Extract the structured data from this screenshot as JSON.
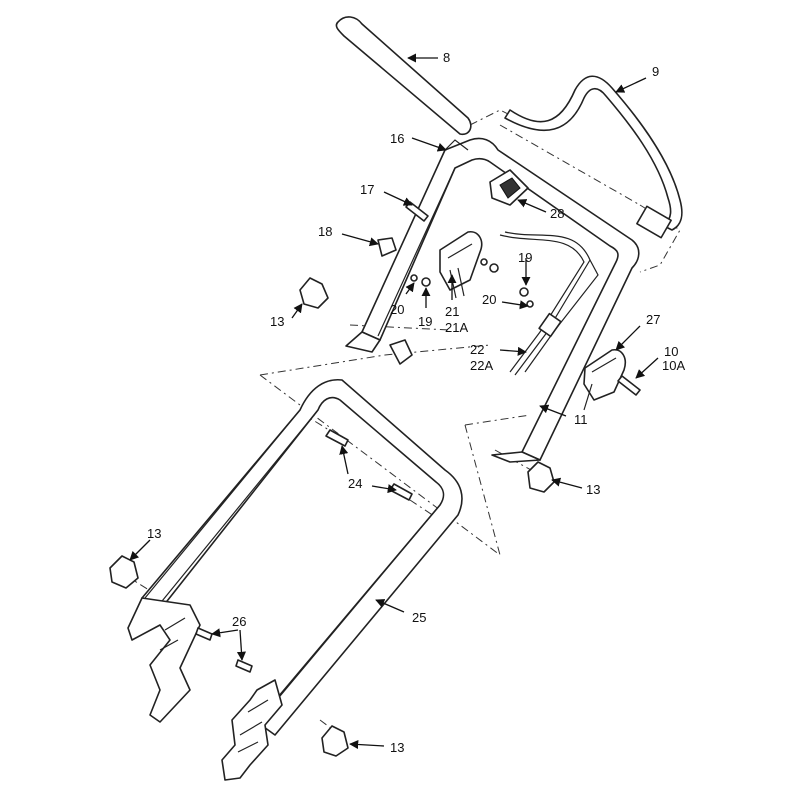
{
  "diagram": {
    "callouts": [
      "8",
      "9",
      "16",
      "17",
      "28",
      "18",
      "19",
      "20",
      "21",
      "21A",
      "19",
      "20",
      "13",
      "27",
      "10",
      "10A",
      "22",
      "22A",
      "11",
      "13",
      "24",
      "13",
      "25",
      "26",
      "13"
    ]
  }
}
